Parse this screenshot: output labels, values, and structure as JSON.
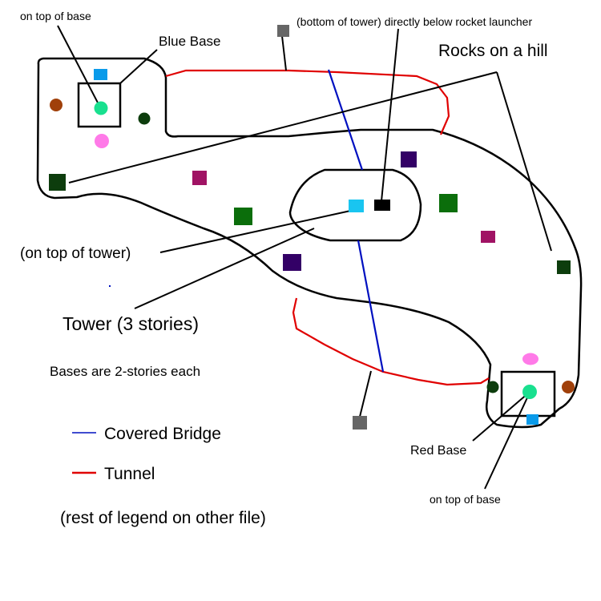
{
  "labels": {
    "on_top_of_base_blue": "on top of base",
    "blue_base": "Blue Base",
    "tower_bottom": "(bottom of tower) directly below rocket launcher",
    "rocks_on_hill": "Rocks on a hill",
    "on_top_of_tower": "(on top of tower)",
    "tower": "Tower (3 stories)",
    "bases_note": "Bases are 2-stories each",
    "red_base": "Red Base",
    "on_top_of_base_red": "on top of base"
  },
  "legend": {
    "covered_bridge": "Covered Bridge",
    "tunnel": "Tunnel",
    "rest_note": "(rest of legend on other file)"
  },
  "colors": {
    "bridge": "#0010c0",
    "tunnel": "#e00000",
    "outline": "#000000",
    "base_marker_top": "#19e08f",
    "base_marker_pink": "#ff7ae8",
    "spawn_blue": "#0a9bea",
    "rust": "#a0400a",
    "dark_green": "#0d3d0d",
    "green": "#0b6e0b",
    "maroon": "#a01364",
    "indigo": "#330066",
    "gray": "#666666",
    "cyan": "#19c5f0",
    "black": "#000000"
  },
  "markers": [
    {
      "name": "blue-base-spawn-marker",
      "shape": "rect",
      "color": "#0a9bea"
    },
    {
      "name": "blue-base-rust-marker",
      "shape": "circle",
      "color": "#a0400a"
    },
    {
      "name": "blue-base-top-marker",
      "shape": "circle",
      "color": "#19e08f"
    },
    {
      "name": "blue-base-dark-green-marker",
      "shape": "circle",
      "color": "#0d3d0d"
    },
    {
      "name": "blue-base-pink-marker",
      "shape": "circle",
      "color": "#ff7ae8"
    },
    {
      "name": "rock-marker-left",
      "shape": "rect",
      "color": "#0d3d0d"
    },
    {
      "name": "maroon-marker-left",
      "shape": "rect",
      "color": "#a01364"
    },
    {
      "name": "green-marker-left",
      "shape": "rect",
      "color": "#0b6e0b"
    },
    {
      "name": "tower-top-marker",
      "shape": "rect",
      "color": "#19c5f0"
    },
    {
      "name": "tower-bottom-marker",
      "shape": "rect",
      "color": "#000000"
    },
    {
      "name": "indigo-marker-top",
      "shape": "rect",
      "color": "#330066"
    },
    {
      "name": "green-marker-right",
      "shape": "rect",
      "color": "#0b6e0b"
    },
    {
      "name": "maroon-marker-right",
      "shape": "rect",
      "color": "#a01364"
    },
    {
      "name": "rock-marker-right",
      "shape": "rect",
      "color": "#0d3d0d"
    },
    {
      "name": "indigo-marker-bottom",
      "shape": "rect",
      "color": "#330066"
    },
    {
      "name": "tunnel-entrance-top-marker",
      "shape": "rect",
      "color": "#666666"
    },
    {
      "name": "tunnel-entrance-bottom-marker",
      "shape": "rect",
      "color": "#666666"
    },
    {
      "name": "red-base-pink-marker",
      "shape": "circle",
      "color": "#ff7ae8"
    },
    {
      "name": "red-base-dark-green-marker",
      "shape": "circle",
      "color": "#0d3d0d"
    },
    {
      "name": "red-base-top-marker",
      "shape": "circle",
      "color": "#19e08f"
    },
    {
      "name": "red-base-rust-marker",
      "shape": "circle",
      "color": "#a0400a"
    },
    {
      "name": "red-base-spawn-marker",
      "shape": "rect",
      "color": "#0a9bea"
    }
  ]
}
